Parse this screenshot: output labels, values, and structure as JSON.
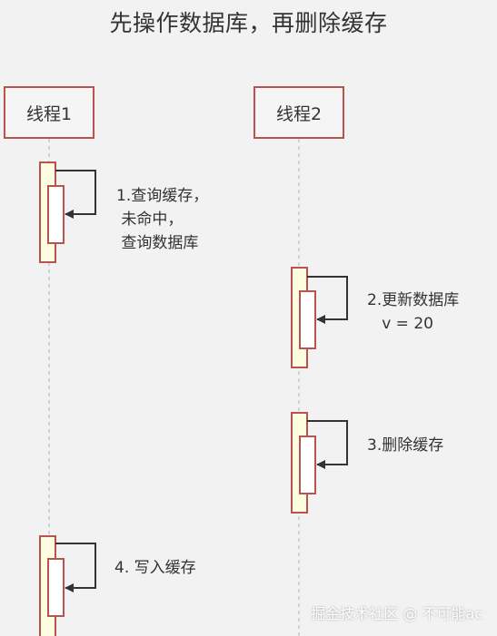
{
  "title": "先操作数据库，再删除缓存",
  "actors": [
    {
      "name": "线程1"
    },
    {
      "name": "线程2"
    }
  ],
  "steps": [
    {
      "lines": [
        "1.查询缓存，",
        " 未命中，",
        " 查询数据库"
      ]
    },
    {
      "lines": [
        "2.更新数据库",
        "   v = 20"
      ]
    },
    {
      "lines": [
        "3.删除缓存"
      ]
    },
    {
      "lines": [
        "4. 写入缓存"
      ]
    }
  ],
  "watermark": "掘金技术社区 @ 不可能ac",
  "colors": {
    "actor_border": "#b85450",
    "activation_fill": "#fffde0",
    "lifeline": "#c8c8c8",
    "arrow": "#333333",
    "background": "#f2f2f2"
  }
}
